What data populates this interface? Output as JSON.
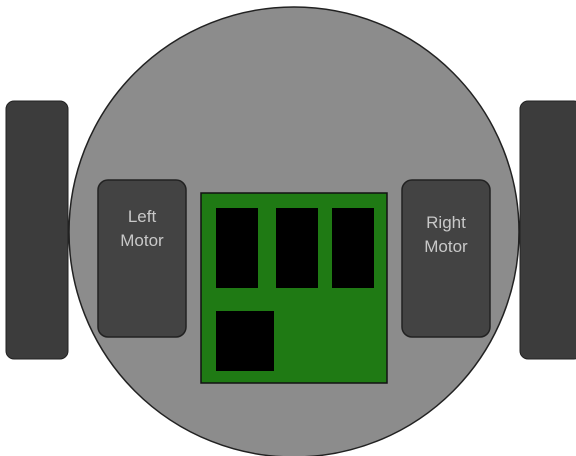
{
  "diagram": {
    "left_motor": {
      "line1": "Left",
      "line2": "Motor"
    },
    "right_motor": {
      "line1": "Right",
      "line2": "Motor"
    }
  },
  "colors": {
    "chassis": "#8c8c8c",
    "outline": "#222222",
    "motor": "#434343",
    "wheel": "#3c3c3c",
    "board": "#1f7a14",
    "chip": "#000000"
  }
}
